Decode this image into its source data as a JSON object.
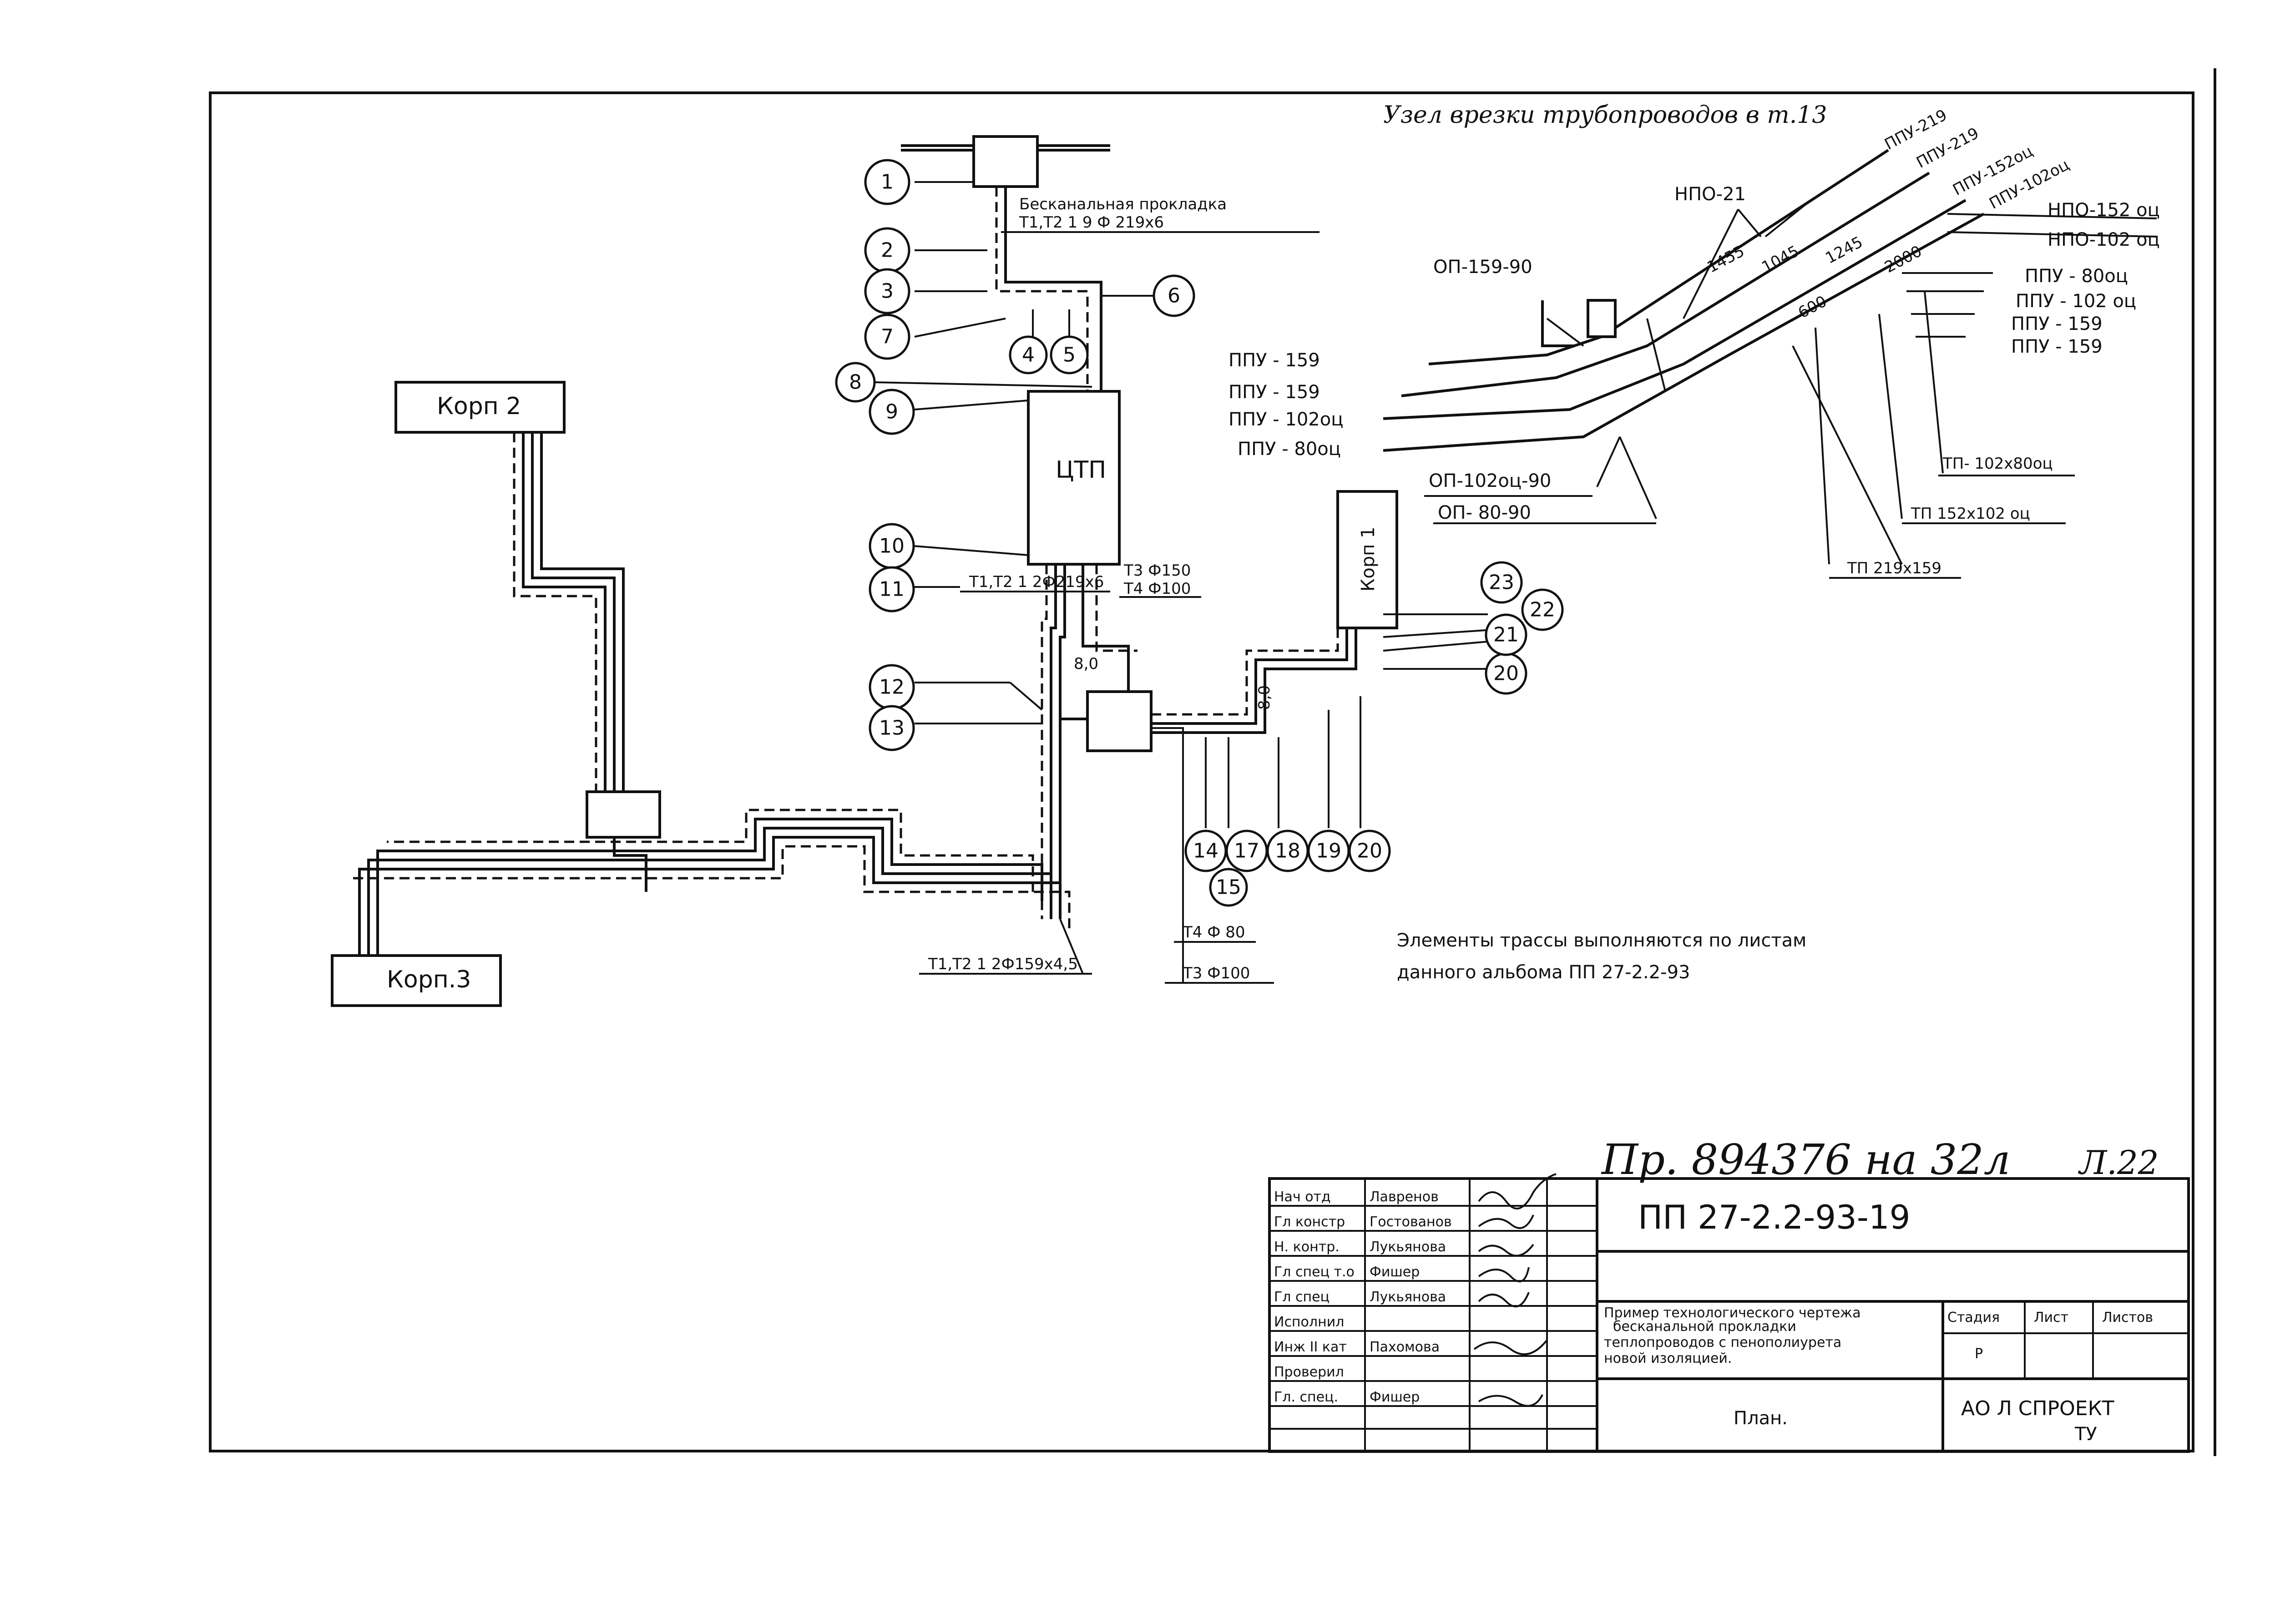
{
  "title": {
    "detail_title": "Узел врезки трубопроводов в т.13",
    "note_line1": "Элементы трассы выполняются по листам",
    "note_line2": "данного альбома ПП 27-2.2-93"
  },
  "buildings": {
    "korp2": "Корп 2",
    "korp3": "Корп.3",
    "korp1": "Корп 1",
    "ctp": "ЦТП"
  },
  "route_labels": {
    "beskanal": "Бесканальная прокладка",
    "spec_top": "Т1,Т2 1 9 Ф 219х6",
    "spec_ctp": "Т1,Т2 1 2Ф219х6",
    "t3_150": "Т3 Ф150",
    "t4_100": "Т4 Ф100",
    "spec_bottom": "Т1,Т2 1 2Ф159х4,5",
    "t4_80": "Т4 Ф 80",
    "t3_100": "Т3 Ф100",
    "dim1": "8,0",
    "dim2": "8,0"
  },
  "callouts": [
    "1",
    "2",
    "3",
    "7",
    "8",
    "9",
    "10",
    "11",
    "12",
    "13",
    "6",
    "4",
    "5",
    "14",
    "15",
    "17",
    "18",
    "19",
    "20",
    "20",
    "21",
    "22",
    "23"
  ],
  "detail_labels": {
    "nro21": "НПО-21",
    "op159": "ОП-159-90",
    "ppu219a": "ППУ-219",
    "ppu219b": "ППУ-219",
    "ppu152": "ППУ-152оц",
    "ppu102": "ППУ-102оц",
    "npo152": "НПО-152 оц",
    "npo102": "НПО-102 оц",
    "r_ppu80": "ППУ - 80оц",
    "r_ppu102": "ППУ - 102 оц",
    "r_ppu159a": "ППУ - 159",
    "r_ppu159b": "ППУ - 159",
    "l_ppu159a": "ППУ - 159",
    "l_ppu159b": "ППУ - 159",
    "l_ppu102": "ППУ - 102оц",
    "l_ppu80": "ППУ - 80оц",
    "op102": "ОП-102оц-90",
    "op80": "ОП- 80-90",
    "tp102": "ТП- 102х80оц",
    "tp152": "ТП 152х102 оц",
    "tp219": "ТП 219х159",
    "d1": "1455",
    "d2": "1045",
    "d3": "1245",
    "d4": "2000",
    "d5": "600"
  },
  "title_block": {
    "handwritten_no": "Пр. 894376 на 32л",
    "sheet_mark": "Л.22",
    "doc_code": "ПП 27-2.2-93-19",
    "roles": [
      "Нач отд",
      "Гл констр",
      "Н. контр.",
      "Гл спец т.о",
      "Гл спец",
      "Исполнил",
      "Инж II кат",
      "Проверил",
      "Гл. спец."
    ],
    "names": [
      "Лавренов",
      "Гостованов",
      "Лукьянова",
      "Фишер",
      "Лукьянова",
      "",
      "Пахомова",
      "",
      "Фишер"
    ],
    "desc_line1": "Пример технологического чертежа",
    "desc_line2": "бесканальной прокладки",
    "desc_line3": "теплопроводов с пенополиурета",
    "desc_line4": "новой изоляцией.",
    "stage_h": "Стадия",
    "sheet_h": "Лист",
    "sheets_h": "Листов",
    "stage_v": "Р",
    "plan": "План.",
    "org": "АО Л СПРОЕКТ",
    "org2": "ТУ"
  }
}
